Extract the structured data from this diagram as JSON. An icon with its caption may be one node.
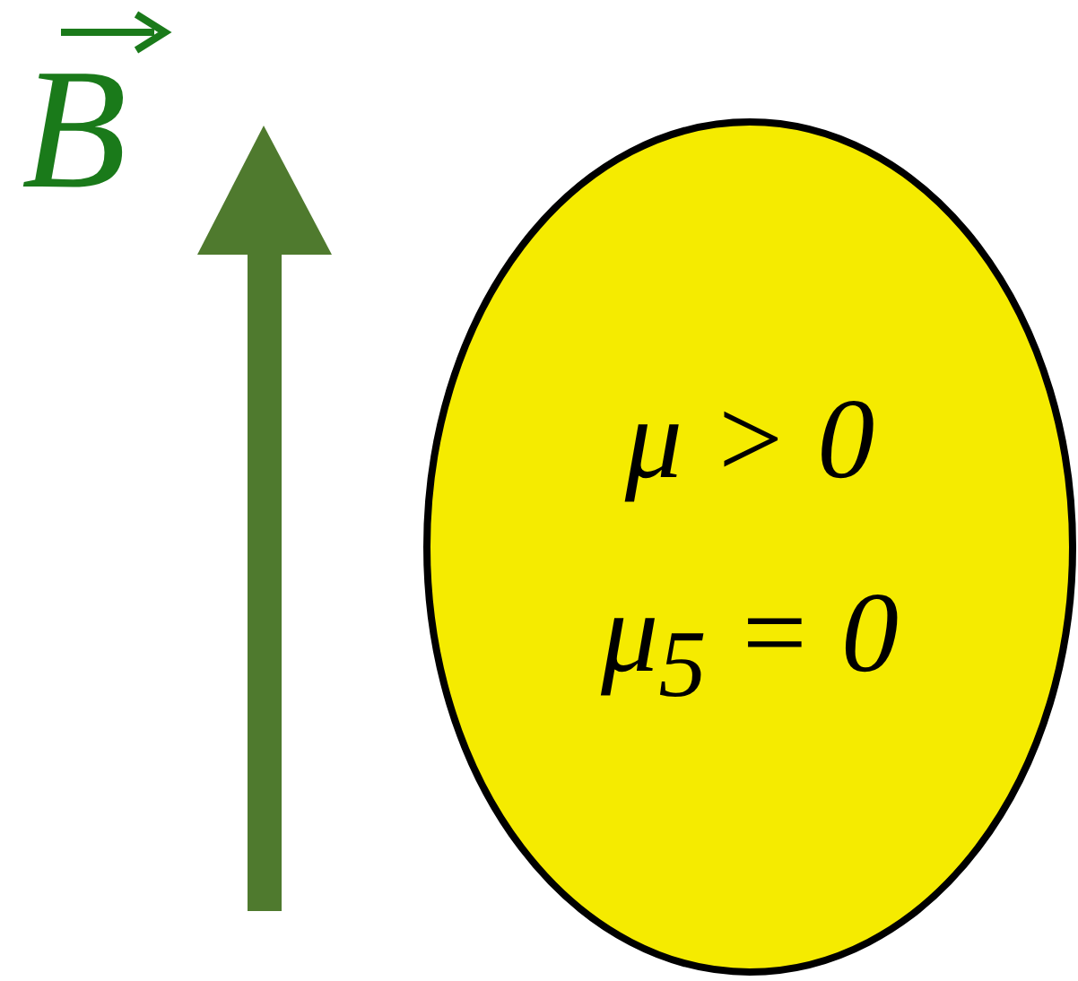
{
  "diagram": {
    "nodes": [
      {
        "text": [
          "μ > 0",
          "μ$_{5}$ = 0"
        ]
      }
    ],
    "labels": [
      "B⃗"
    ]
  }
}
